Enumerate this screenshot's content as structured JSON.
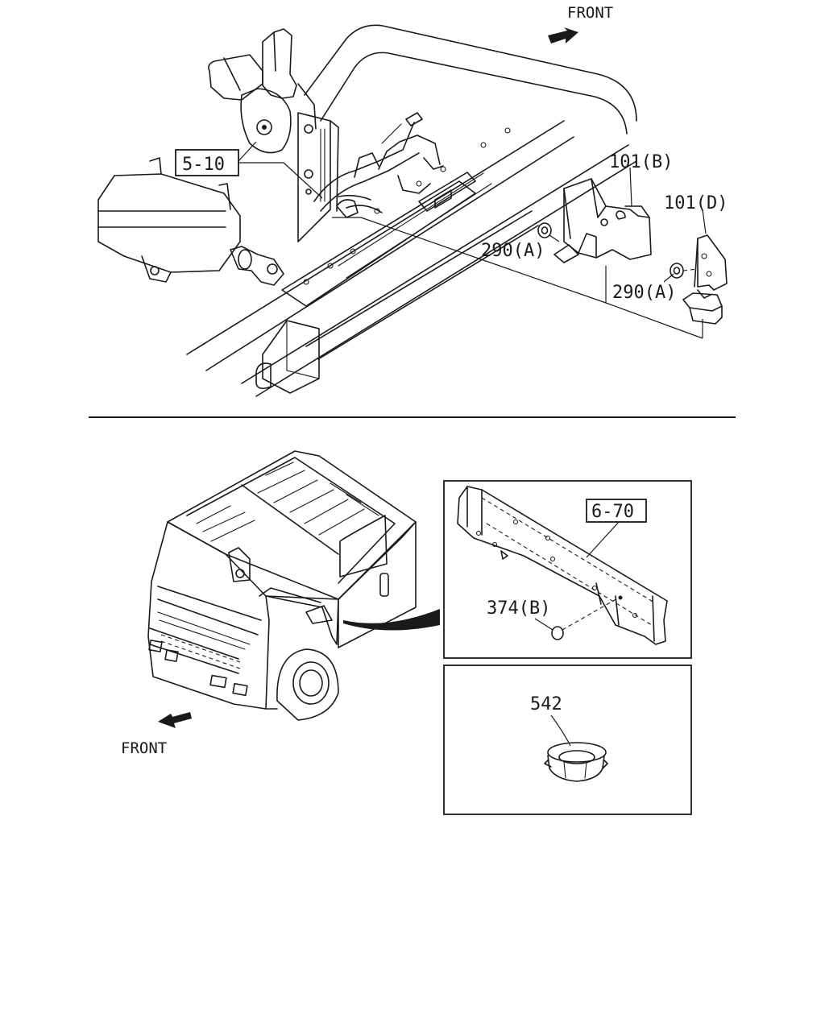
{
  "top_view": {
    "front_label": "FRONT",
    "callouts": {
      "ref_5_10": "5-10",
      "part_101b": "101(B)",
      "part_101d": "101(D)",
      "part_290a_upper": "290(A)",
      "part_290a_lower": "290(A)"
    }
  },
  "bottom_view": {
    "front_label": "FRONT",
    "detail_frame": {
      "ref_6_70": "6-70",
      "part_374b": "374(B)"
    },
    "detail_grommet": {
      "part_542": "542"
    }
  }
}
